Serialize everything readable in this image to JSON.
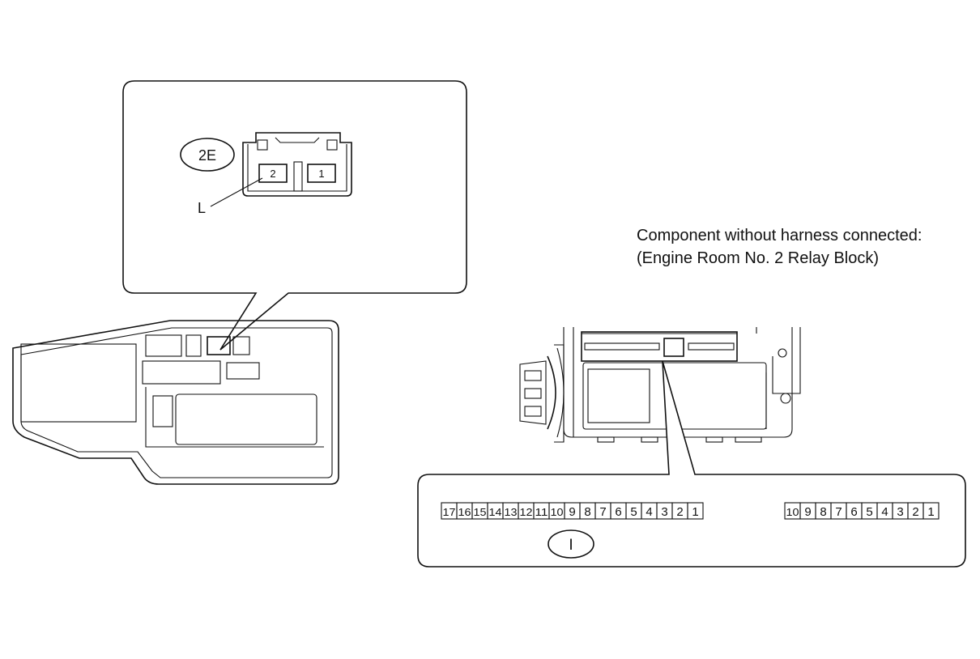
{
  "caption": {
    "line1": "Component without harness connected:",
    "line2": "(Engine Room No. 2 Relay Block)"
  },
  "connector_2e": {
    "code": "2E",
    "pins": [
      "2",
      "1"
    ],
    "wire_label": "L"
  },
  "connector_i": {
    "code": "I",
    "left_pins": [
      "17",
      "16",
      "15",
      "14",
      "13",
      "12",
      "11",
      "10",
      "9",
      "8",
      "7",
      "6",
      "5",
      "4",
      "3",
      "2",
      "1"
    ],
    "right_pins": [
      "10",
      "9",
      "8",
      "7",
      "6",
      "5",
      "4",
      "3",
      "2",
      "1"
    ]
  }
}
